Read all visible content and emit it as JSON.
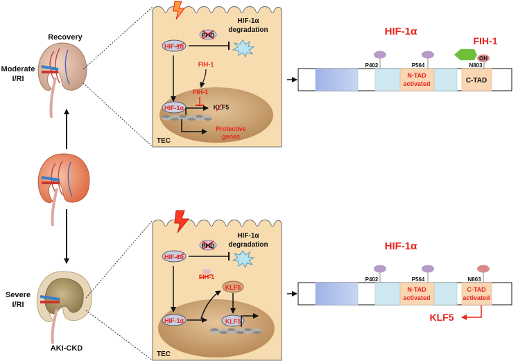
{
  "colors": {
    "accent_red": "#e8241b",
    "cell_fill": "#f7dcb0",
    "nucleus_fill": "#c49a6a",
    "protein_blue": "#cfe8ef",
    "ctad_fill": "#f9d6b4",
    "fih_green": "#6fbf3a",
    "site_purple": "#b69ac9"
  },
  "left": {
    "moderate_label": "Moderate I/RI",
    "moderate_line1": "Moderate",
    "moderate_line2": "I/RI",
    "recovery_label": "Recovery",
    "severe_line1": "Severe",
    "severe_line2": "I/RI",
    "akickd_label": "AKI-CKD"
  },
  "top_cell": {
    "phd": "PHD",
    "hif_cyto": "HIF-1α",
    "degradation_line1": "HIF-1α",
    "degradation_line2": "degradation",
    "fih_cyto": "FIH-1",
    "fih_nuc": "FIH-1",
    "hif_nuc": "HIF-1α",
    "klf5": "KLF5",
    "protective_line1": "Protective",
    "protective_line2": "genes",
    "tec": "TEC"
  },
  "bottom_cell": {
    "phd": "PHD",
    "hif_cyto": "HIF-1α",
    "degradation_line1": "HIF-1α",
    "degradation_line2": "degradation",
    "fih": "FIH-1",
    "klf5_cyto": "KLF5",
    "hif_nuc": "HIF-1α",
    "klf5_nuc": "KLF5",
    "tec": "TEC"
  },
  "top_protein": {
    "title": "HIF-1α",
    "fih_label": "FIH-1",
    "oh": "OH",
    "p402": "P402",
    "p564": "P564",
    "n803": "N803",
    "ntad_line1": "N-TAD",
    "ntad_line2": "activated",
    "ctad": "C-TAD"
  },
  "bottom_protein": {
    "title": "HIF-1α",
    "p402": "P402",
    "p564": "P564",
    "n803": "N803",
    "ntad_line1": "N-TAD",
    "ntad_line2": "activated",
    "ctad_line1": "C-TAD",
    "ctad_line2": "activated",
    "klf5": "KLF5"
  }
}
